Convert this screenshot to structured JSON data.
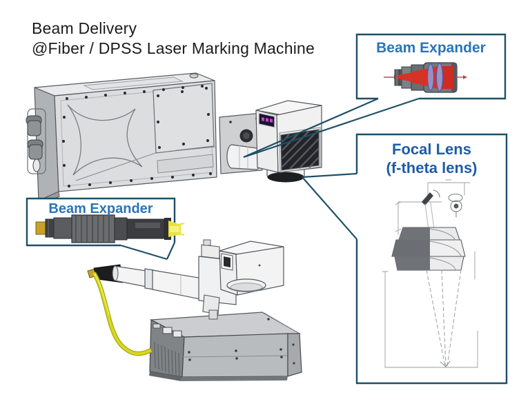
{
  "title": {
    "line1": "Beam Delivery",
    "line2": "@Fiber / DPSS Laser Marking Machine"
  },
  "callouts": {
    "beam_expander_top": {
      "label": "Beam Expander"
    },
    "beam_expander_left": {
      "label": "Beam Expander"
    },
    "focal_lens": {
      "line1": "Focal Lens",
      "line2": "(f-theta lens)"
    }
  },
  "colors": {
    "callout_border": "#1d4f66",
    "leader_line": "#1d4f66",
    "label_blue": "#2b74b8",
    "focal_label_blue": "#1e5ca6",
    "beam_red": "#d63226",
    "expander_lens_blue": "#8fa0e0",
    "fiber_yellow": "#d8d81e",
    "machine_gray": "#dcdddf",
    "dark_panel": "#232428"
  }
}
